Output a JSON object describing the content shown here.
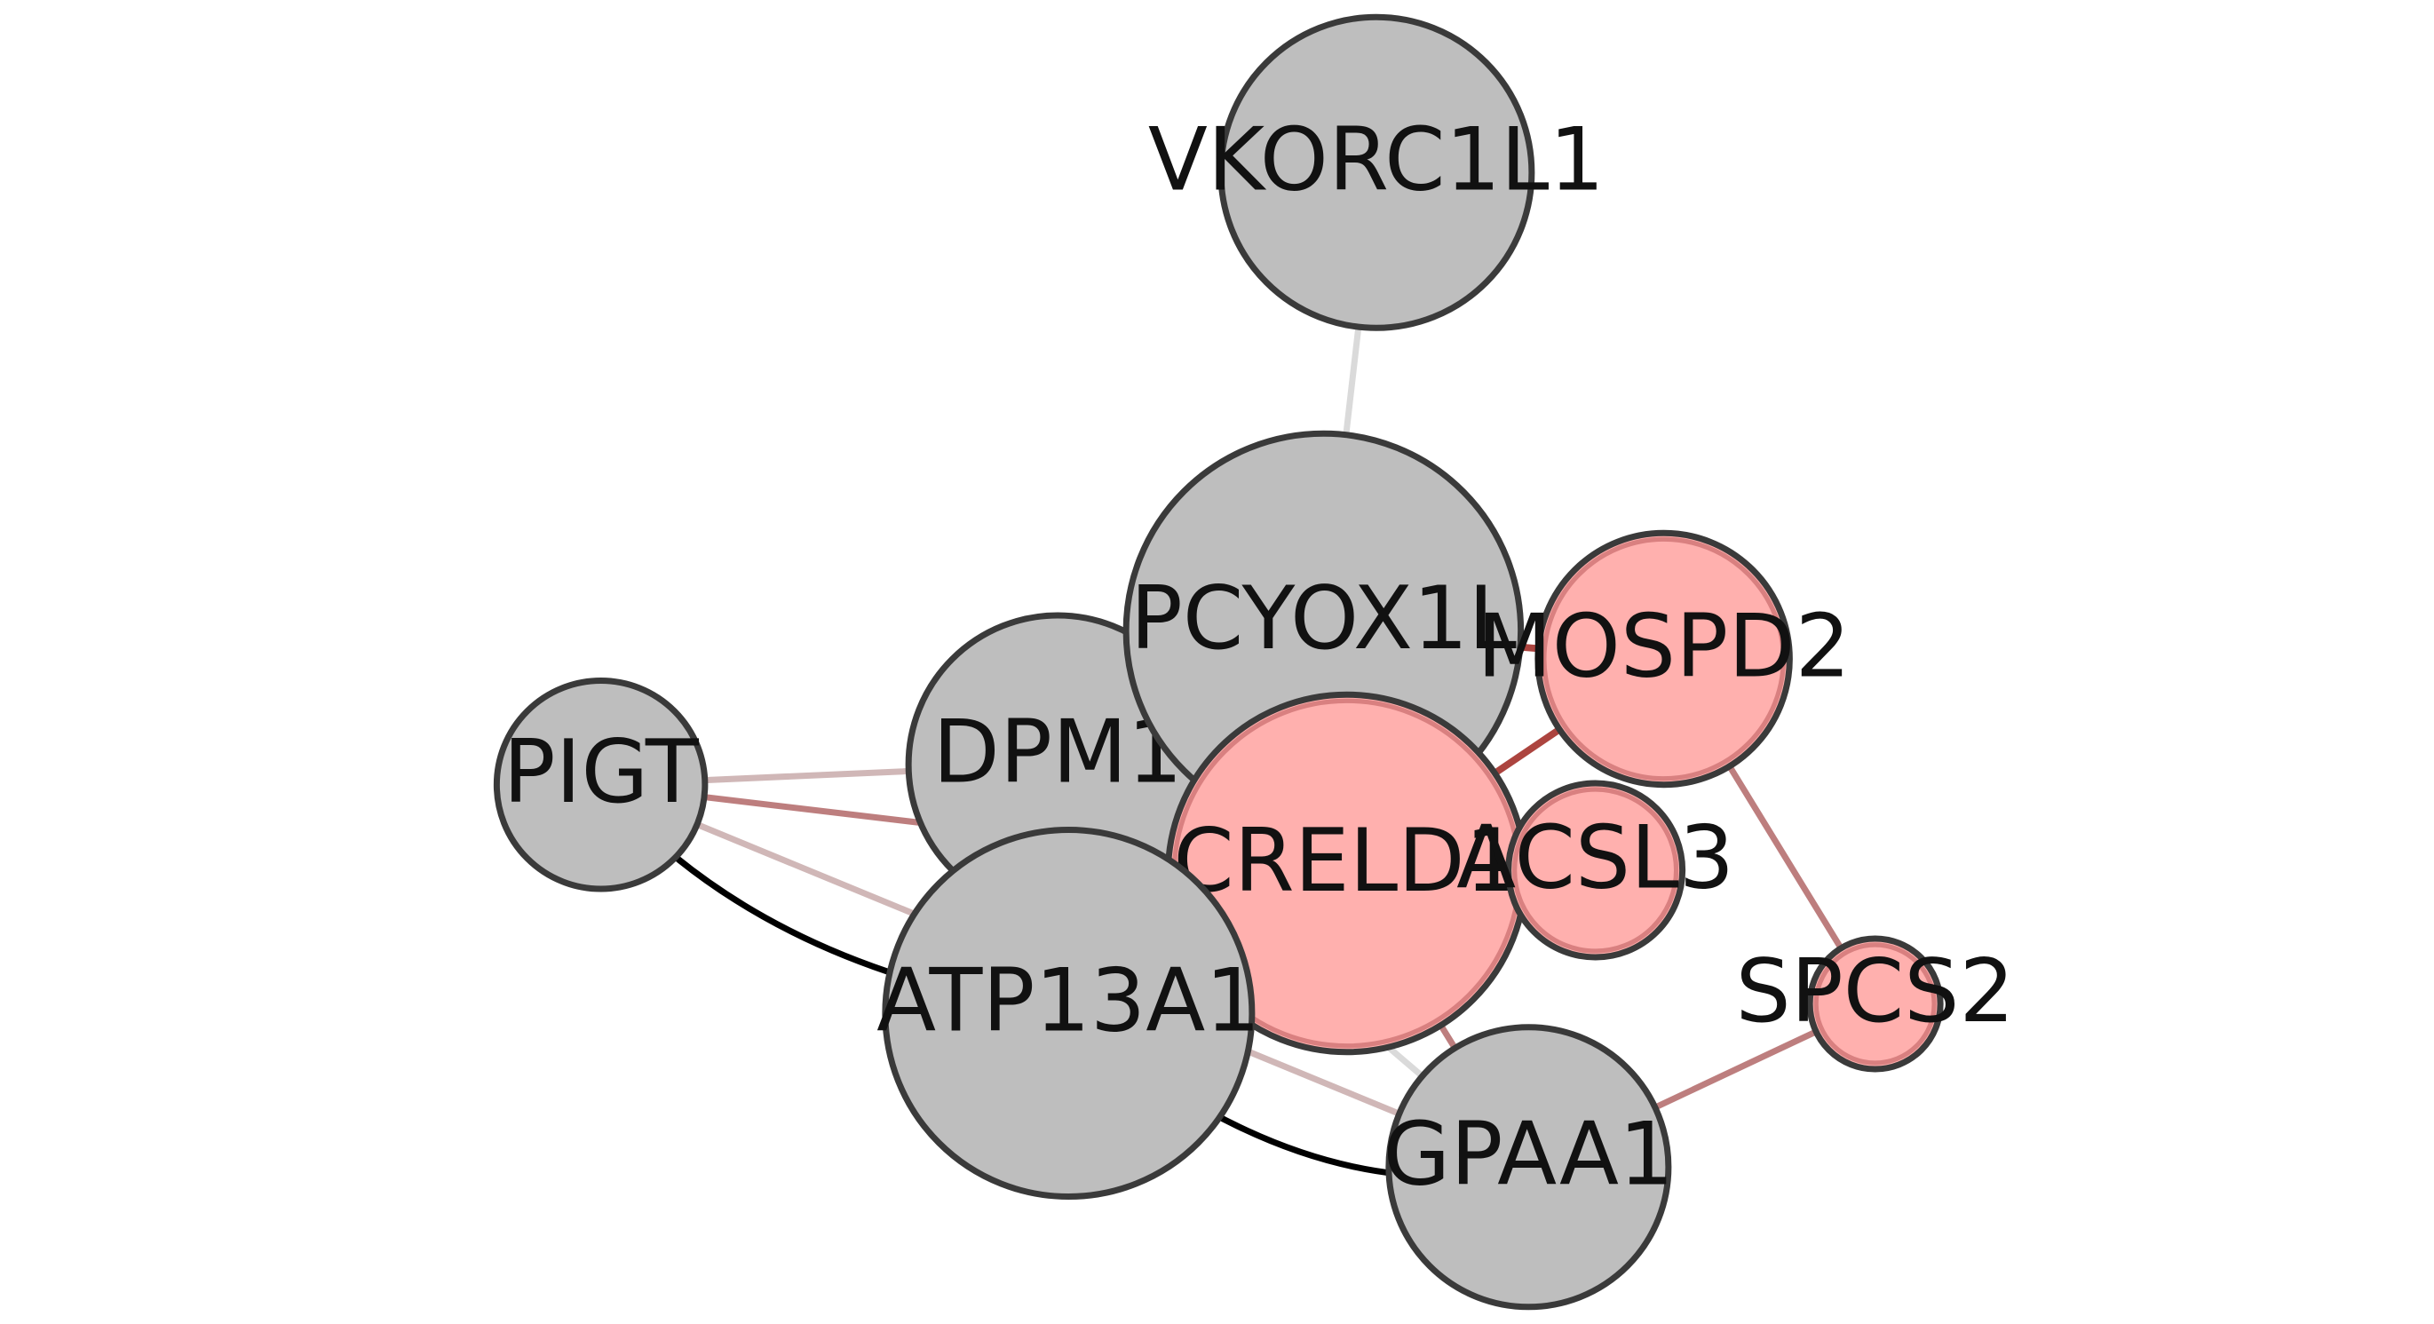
{
  "colors": {
    "background": "#ffffff",
    "node_default": "#bebebe",
    "node_highlight": "#ffb0ae",
    "node_stroke": "#3a3a3a",
    "highlight_ring": "#d98080",
    "edge_strong": "#000000",
    "edge_red": "#a83a35",
    "edge_rose": "#b97777",
    "edge_pale_rose": "#cdb3b3",
    "edge_gray": "#dadada"
  },
  "nodes": [
    {
      "id": "VKORC1L1",
      "label": "VKORC1L1",
      "highlighted": false
    },
    {
      "id": "PCYOX1L",
      "label": "PCYOX1L",
      "highlighted": false
    },
    {
      "id": "MOSPD2",
      "label": "MOSPD2",
      "highlighted": true
    },
    {
      "id": "DPM1",
      "label": "DPM1",
      "highlighted": false
    },
    {
      "id": "PIGT",
      "label": "PIGT",
      "highlighted": false
    },
    {
      "id": "CRELD1",
      "label": "CRELD1",
      "highlighted": true
    },
    {
      "id": "ACSL3",
      "label": "ACSL3",
      "highlighted": true
    },
    {
      "id": "SPCS2",
      "label": "SPCS2",
      "highlighted": true
    },
    {
      "id": "ATP13A1",
      "label": "ATP13A1",
      "highlighted": false
    },
    {
      "id": "GPAA1",
      "label": "GPAA1",
      "highlighted": false
    }
  ],
  "edges": [
    {
      "source": "VKORC1L1",
      "target": "PCYOX1L",
      "style": "gray"
    },
    {
      "source": "PIGT",
      "target": "DPM1",
      "style": "pale_rose"
    },
    {
      "source": "PIGT",
      "target": "ATP13A1",
      "style": "strong",
      "curved": true
    },
    {
      "source": "PIGT",
      "target": "CRELD1",
      "style": "rose"
    },
    {
      "source": "PIGT",
      "target": "GPAA1",
      "style": "pale_rose"
    },
    {
      "source": "ATP13A1",
      "target": "GPAA1",
      "style": "strong",
      "curved": true
    },
    {
      "source": "DPM1",
      "target": "GPAA1",
      "style": "gray"
    },
    {
      "source": "CRELD1",
      "target": "GPAA1",
      "style": "rose"
    },
    {
      "source": "PCYOX1L",
      "target": "MOSPD2",
      "style": "red"
    },
    {
      "source": "CRELD1",
      "target": "MOSPD2",
      "style": "red"
    },
    {
      "source": "CRELD1",
      "target": "ACSL3",
      "style": "strong"
    },
    {
      "source": "MOSPD2",
      "target": "SPCS2",
      "style": "rose"
    },
    {
      "source": "SPCS2",
      "target": "GPAA1",
      "style": "rose"
    }
  ]
}
